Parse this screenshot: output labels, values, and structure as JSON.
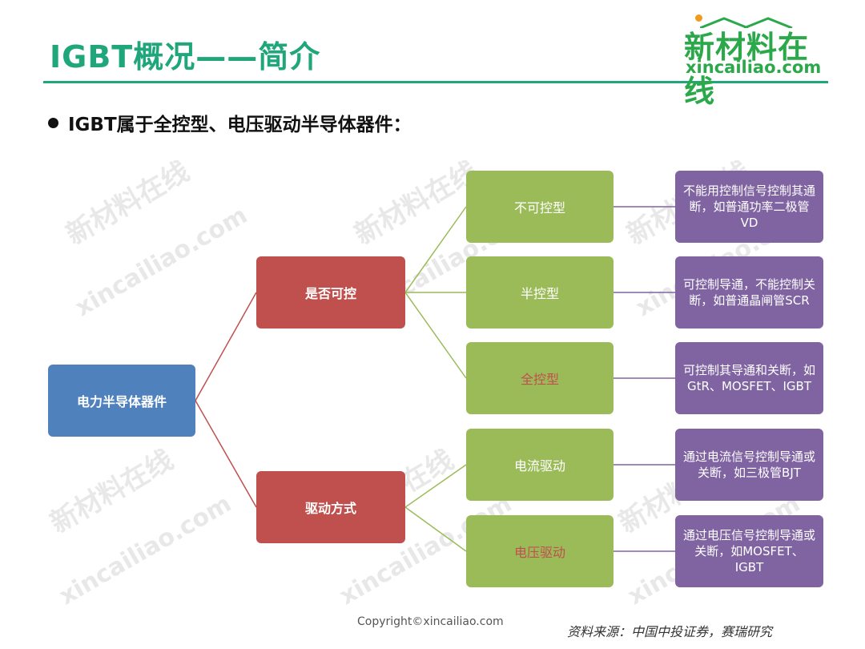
{
  "header": {
    "title": "IGBT概况——简介",
    "logo_cn": "新材料在线",
    "logo_en": "xincailiao.com"
  },
  "bullet": "IGBT属于全控型、电压驱动半导体器件：",
  "diagram": {
    "root": "电力半导体器件",
    "branches": [
      {
        "label": "是否可控",
        "leaves": [
          {
            "label": "不可控型",
            "desc": "不能用控制信号控制其通断，如普通功率二极管VD"
          },
          {
            "label": "半控型",
            "desc": "可控制导通，不能控制关断，如普通晶闸管SCR"
          },
          {
            "label": "全控型",
            "desc": "可控制其导通和关断，如GtR、MOSFET、IGBT"
          }
        ]
      },
      {
        "label": "驱动方式",
        "leaves": [
          {
            "label": "电流驱动",
            "desc": "通过电流信号控制导通或关断，如三极管BJT"
          },
          {
            "label": "电压驱动",
            "desc": "通过电压信号控制导通或关断，如MOSFET、IGBT"
          }
        ]
      }
    ]
  },
  "footer": {
    "copyright": "Copyright©xincailiao.com",
    "source": "资料来源：中国中投证券，赛瑞研究"
  },
  "colors": {
    "accent": "#1fa67a",
    "root": "#4f81bd",
    "branch": "#c0504d",
    "leaf": "#9bbb59",
    "desc": "#8064a2",
    "highlight_text": "#c0504d"
  }
}
